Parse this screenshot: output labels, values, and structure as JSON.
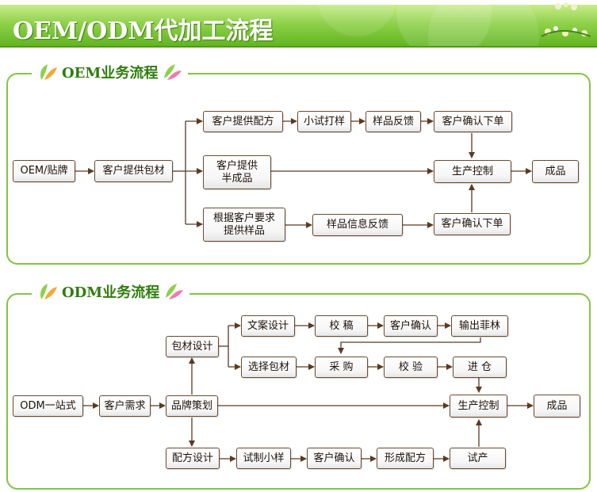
{
  "banner": {
    "title": "OEM/ODM代加工流程"
  },
  "oem": {
    "title": "OEM业务流程",
    "nodes": {
      "start": "OEM/贴牌",
      "materials": "客户提供包材",
      "formula": "客户提供配方",
      "trial": "小试打样",
      "sample_fb": "样品反馈",
      "confirm1": "客户确认下单",
      "semi": "客户提供\n半成品",
      "control": "生产控制",
      "product": "成品",
      "req_sample": "根据客户要求\n提供样品",
      "info_fb": "样品信息反馈",
      "confirm2": "客户确认下单"
    }
  },
  "odm": {
    "title": "ODM业务流程",
    "nodes": {
      "start": "ODM一站式",
      "demand": "客户需求",
      "brand": "品牌策划",
      "package": "包材设计",
      "copy": "文案设计",
      "proof": "校 稿",
      "confirm_a": "客户确认",
      "film": "输出菲林",
      "select_pkg": "选择包材",
      "purchase": "采 购",
      "inspect": "校 验",
      "stock": "进 仓",
      "control": "生产控制",
      "product": "成品",
      "formula": "配方设计",
      "trial": "试制小样",
      "confirm_b": "客户确认",
      "form_formula": "形成配方",
      "trial_prod": "试产"
    }
  }
}
